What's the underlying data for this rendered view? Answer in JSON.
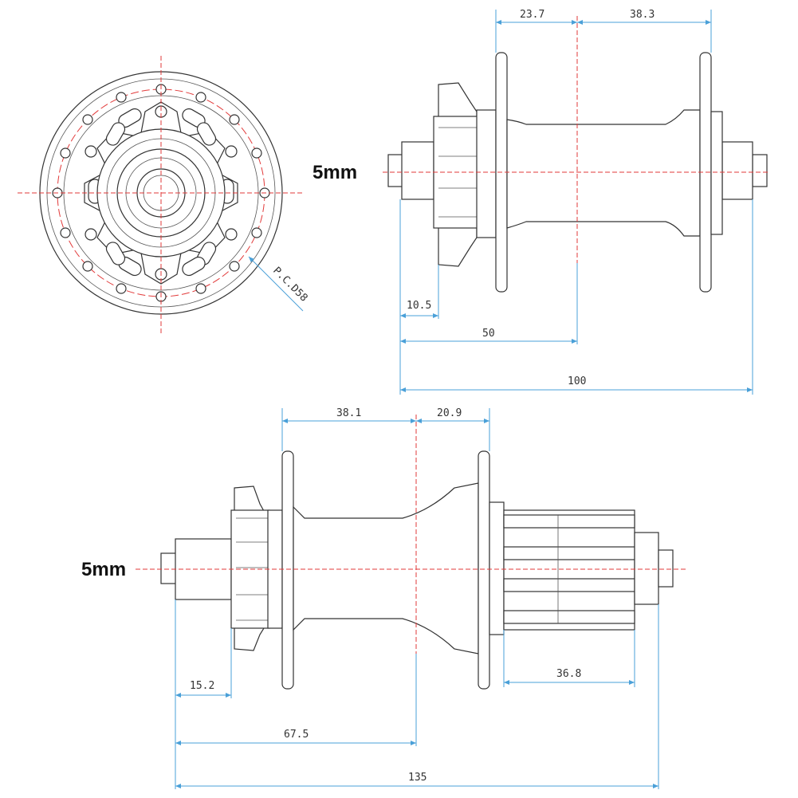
{
  "diagram": {
    "front_hub": {
      "axle_label": "5mm",
      "pcd_label": "P.C.D58",
      "dims": {
        "flange_left": "23.7",
        "flange_right": "38.3",
        "rotor_offset": "10.5",
        "half_width": "50",
        "total_width": "100"
      }
    },
    "rear_hub": {
      "axle_label": "5mm",
      "dims": {
        "flange_left": "38.1",
        "flange_right": "20.9",
        "rotor_offset": "15.2",
        "freehub": "36.8",
        "half_width": "67.5",
        "total_width": "135"
      }
    },
    "colors": {
      "dimension": "#4aa0d8",
      "centerline": "#e23a3a",
      "outline": "#333333"
    }
  }
}
